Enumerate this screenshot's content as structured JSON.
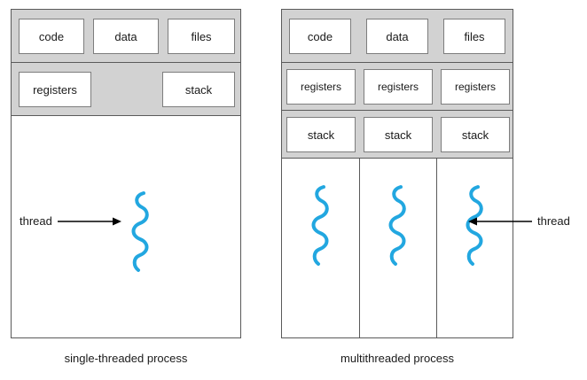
{
  "figure": {
    "title": "single-threaded and multithreaded process comparison",
    "colors": {
      "thread_stroke": "#22a7e0",
      "band_fill": "#d2d2d2",
      "box_fill": "#ffffff",
      "box_border": "#7d7d7d",
      "panel_border": "#5a5a5a",
      "arrow": "#000000",
      "page_background": "#ffffff"
    }
  },
  "single_threaded_process": {
    "caption": "single-threaded process",
    "shared_row": {
      "code": "code",
      "data": "data",
      "files": "files"
    },
    "private_row": {
      "registers": "registers",
      "stack": "stack"
    },
    "thread_annotation": {
      "label": "thread",
      "arrow_direction": "right",
      "icon": "thread-squiggle-icon"
    },
    "thread_count": 1
  },
  "multithreaded_process": {
    "caption": "multithreaded process",
    "shared_row": {
      "code": "code",
      "data": "data",
      "files": "files"
    },
    "registers_row": [
      "registers",
      "registers",
      "registers"
    ],
    "stacks_row": [
      "stack",
      "stack",
      "stack"
    ],
    "thread_annotation": {
      "label": "thread",
      "arrow_direction": "left",
      "icon": "thread-squiggle-icon"
    },
    "thread_count": 3
  }
}
